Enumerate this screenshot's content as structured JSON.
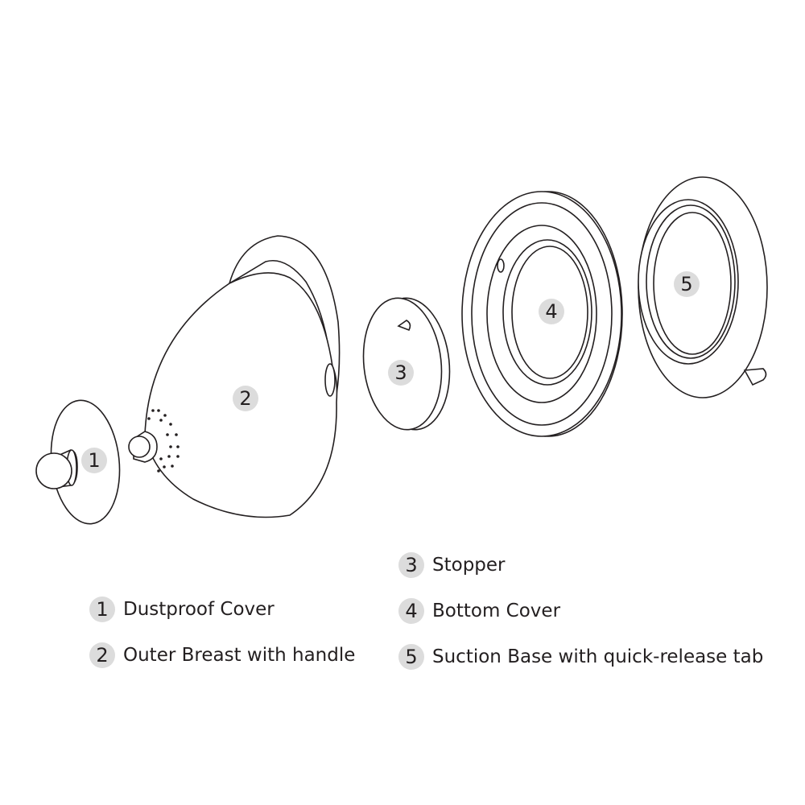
{
  "parts": [
    {
      "number": "1",
      "label": "Dustproof Cover"
    },
    {
      "number": "2",
      "label": "Outer Breast with handle"
    },
    {
      "number": "3",
      "label": "Stopper"
    },
    {
      "number": "4",
      "label": "Bottom Cover"
    },
    {
      "number": "5",
      "label": "Suction Base with quick-release tab"
    }
  ],
  "colors": {
    "line": "#231f20",
    "badge": "#dcdcdc"
  }
}
